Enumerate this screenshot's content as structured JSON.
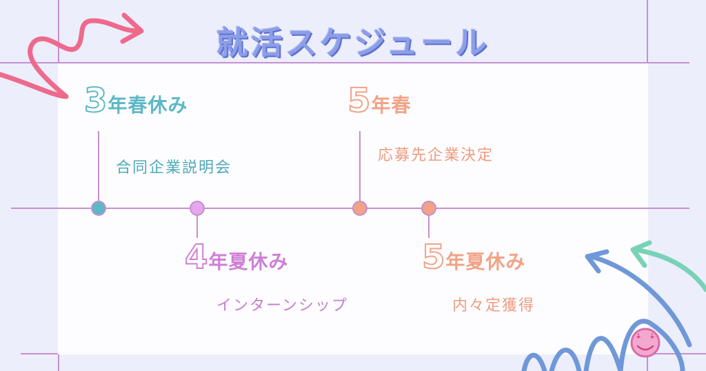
{
  "title": "就活スケジュール",
  "colors": {
    "background": "#eceefb",
    "panel": "#fdfdff",
    "grid": "#c58fd0",
    "timeline": "#c58fd0",
    "teal": "#5db8c6",
    "pink": "#cf7fd6",
    "orange": "#f2a286",
    "arrow_pink": "#ee6a8c",
    "arrow_blue": "#6f98d8",
    "arrow_green": "#79d2b8",
    "smiley": "#f3a9cf"
  },
  "milestones": [
    {
      "number": "3",
      "term": "年春休み",
      "event": "合同企業説明会",
      "color": "teal",
      "side": "above"
    },
    {
      "number": "4",
      "term": "年夏休み",
      "event": "インターンシップ",
      "color": "pink",
      "side": "below"
    },
    {
      "number": "5",
      "term": "年春",
      "event": "応募先企業決定",
      "color": "orange",
      "side": "above"
    },
    {
      "number": "5",
      "term": "年夏休み",
      "event": "内々定獲得",
      "color": "orange",
      "side": "below"
    }
  ],
  "decorations": {
    "top_left": "pink-squiggle-arrow-icon",
    "bottom_right": [
      "blue-squiggle-arrow-icon",
      "green-arrow-icon",
      "smiley-heart-eyes-icon"
    ]
  }
}
